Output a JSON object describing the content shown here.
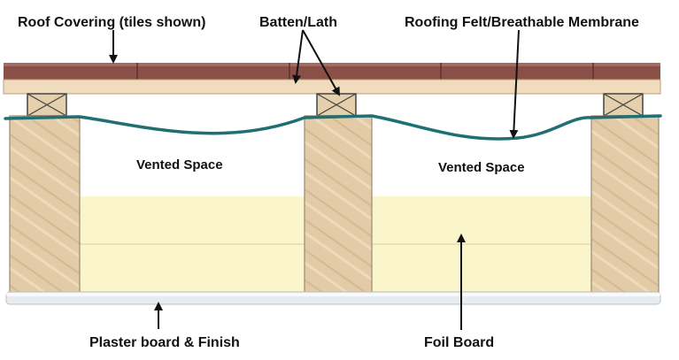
{
  "labels": {
    "roof_covering": "Roof Covering (tiles shown)",
    "batten": "Batten/Lath",
    "felt": "Roofing Felt/Breathable Membrane",
    "vented_left": "Vented Space",
    "vented_right": "Vented Space",
    "plaster": "Plaster board & Finish",
    "foil": "Foil Board"
  },
  "colors": {
    "tile": "#8a4f47",
    "tile_top": "#a56b60",
    "batten": "#f0dcbc",
    "rafter": "#e2c9a6",
    "rafter_edge": "#9a8a72",
    "membrane": "#1f6f73",
    "foil_board": "#fbf5cc",
    "plaster": "#e9ecee",
    "arrow": "#111111"
  }
}
